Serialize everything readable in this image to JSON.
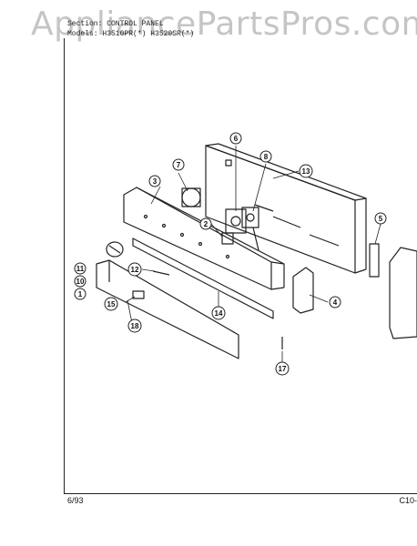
{
  "watermark": "AppliancePartsPros.com",
  "header": {
    "section": "Section:  CONTROL PANEL",
    "models": "Models:  H3510PR(*)  H3520SR(*)"
  },
  "footer": {
    "date": "6/93",
    "page": "C10-"
  },
  "callouts": [
    "1",
    "2",
    "3",
    "4",
    "5",
    "6",
    "7",
    "8",
    "10",
    "11",
    "12",
    "13",
    "14",
    "15",
    "17",
    "18"
  ]
}
